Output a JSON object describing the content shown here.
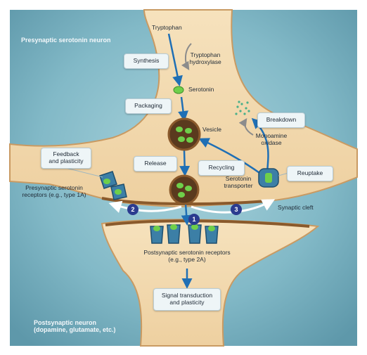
{
  "labels": {
    "presynaptic_neuron": "Presynaptic serotonin neuron",
    "postsynaptic_neuron_line1": "Postsynaptic neuron",
    "postsynaptic_neuron_line2": "(dopamine, glutamate, etc.)",
    "tryptophan": "Tryptophan",
    "tryptophan_hydroxylase_line1": "Tryptophan",
    "tryptophan_hydroxylase_line2": "hydroxylase",
    "serotonin": "Serotonin",
    "vesicle": "Vesicle",
    "monoamine_oxidase_line1": "Monoamine",
    "monoamine_oxidase_line2": "oxidase",
    "serotonin_transporter_line1": "Serotonin",
    "serotonin_transporter_line2": "transporter",
    "presynaptic_receptors_line1": "Presynaptic serotonin",
    "presynaptic_receptors_line2": "receptors (e.g., type 1A)",
    "synaptic_cleft": "Synaptic cleft",
    "postsynaptic_receptors_line1": "Postsynaptic serotonin receptors",
    "postsynaptic_receptors_line2": "(e.g., type 2A)"
  },
  "boxes": {
    "synthesis": "Synthesis",
    "packaging": "Packaging",
    "feedback_line1": "Feedback",
    "feedback_line2": "and plasticity",
    "release": "Release",
    "recycling": "Recycling",
    "breakdown": "Breakdown",
    "reuptake": "Reuptake",
    "signal_line1": "Signal transduction",
    "signal_line2": "and plasticity"
  },
  "steps": {
    "one": "1",
    "two": "2",
    "three": "3"
  },
  "colors": {
    "background": "#7fb7c6",
    "neuron_fill": "#f2d9ad",
    "neuron_edge": "#c99a62",
    "arrow": "#1f6fb5",
    "receptor": "#3c7fa6",
    "serotonin": "#6fcf4a",
    "step_badge": "#2b3b8f"
  }
}
